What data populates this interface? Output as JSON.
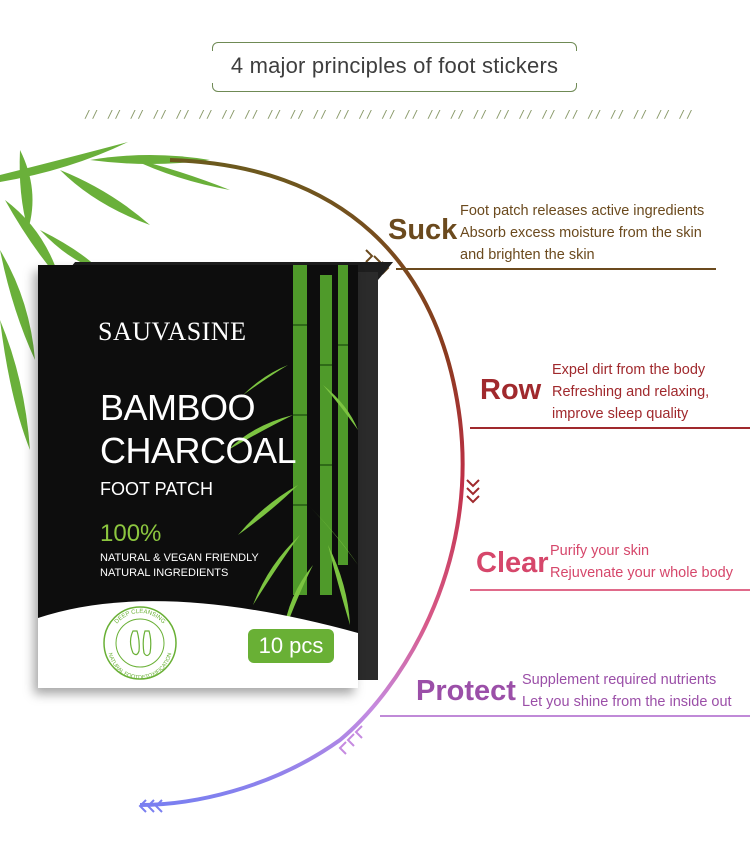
{
  "title": "4 major principles of foot stickers",
  "divider": "// // // // // // // // // // // // // // // // // // // // // // // // // // // //",
  "product": {
    "brand": "SAUVASINE",
    "line1": "BAMBOO",
    "line2": "CHARCOAL",
    "line3": "FOOT PATCH",
    "percent": "100%",
    "sub1": "NATURAL & VEGAN FRIENDLY",
    "sub2": "NATURAL INGREDIENTS",
    "stamp_top": "DEEP CLEANSING",
    "stamp_bottom": "NATURAL FOOTDETOXIFICATION",
    "count": "10 pcs"
  },
  "principles": [
    {
      "label": "Suck",
      "color": "#6b4a1e",
      "lines": [
        "Foot patch releases active ingredients",
        "Absorb excess moisture from the skin",
        "and brighten the skin"
      ]
    },
    {
      "label": "Row",
      "color": "#a0292d",
      "lines": [
        "Expel dirt from the body",
        "Refreshing and relaxing,",
        "improve sleep quality"
      ]
    },
    {
      "label": "Clear",
      "color": "#d6476b",
      "lines": [
        "Purify your skin",
        "Rejuvenate your whole body"
      ]
    },
    {
      "label": "Protect",
      "color": "#9b4fa8",
      "lines": [
        "Supplement required nutrients",
        "Let you shine from the inside out"
      ]
    }
  ],
  "colors": {
    "title_border": "#6f8a55",
    "arc_start": "#6b5a1e",
    "arc_end": "#7a7ff0",
    "bamboo": "#6ab03a",
    "pcs_badge": "#69b035"
  }
}
